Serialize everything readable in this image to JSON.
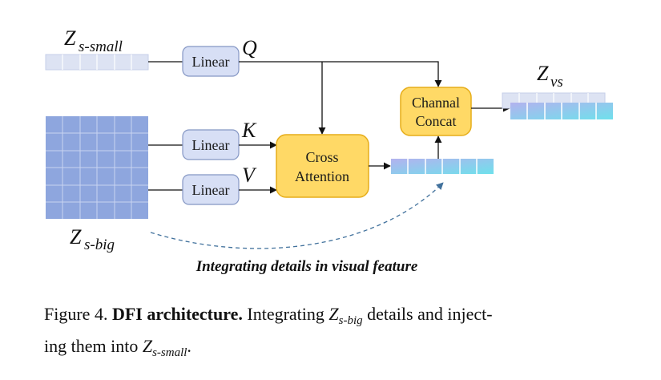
{
  "diagram": {
    "inputs": {
      "z_small": {
        "base": "Z",
        "sub": "s-small"
      },
      "z_big": {
        "base": "Z",
        "sub": "s-big"
      }
    },
    "linear_label": "Linear",
    "q_label": "Q",
    "k_label": "K",
    "v_label": "V",
    "cross_attention": {
      "line1": "Cross",
      "line2": "Attention"
    },
    "concat": {
      "line1": "Channal",
      "line2": "Concat"
    },
    "output": {
      "base": "Z",
      "sub": "vs"
    },
    "annotation": "Integrating details in visual feature",
    "colors": {
      "linear_fill": "#d7dff5",
      "linear_stroke": "#8597c4",
      "attention_fill": "#ffd966",
      "attention_stroke": "#e6ad1a",
      "small_token": "#dde3f3",
      "big_grid": "#8ea6de",
      "feature_start": "#b3b2ee",
      "feature_end": "#6fe0ec",
      "dashed": "#41719c"
    }
  },
  "caption": {
    "prefix": "Figure 4. ",
    "bold": "DFI architecture.",
    "text1": " Integrating ",
    "m1_base": "Z",
    "m1_sub": "s-big",
    "text2": " details and inject-",
    "text3": "ing them into ",
    "m2_base": "Z",
    "m2_sub": "s-small",
    "text4": "."
  }
}
